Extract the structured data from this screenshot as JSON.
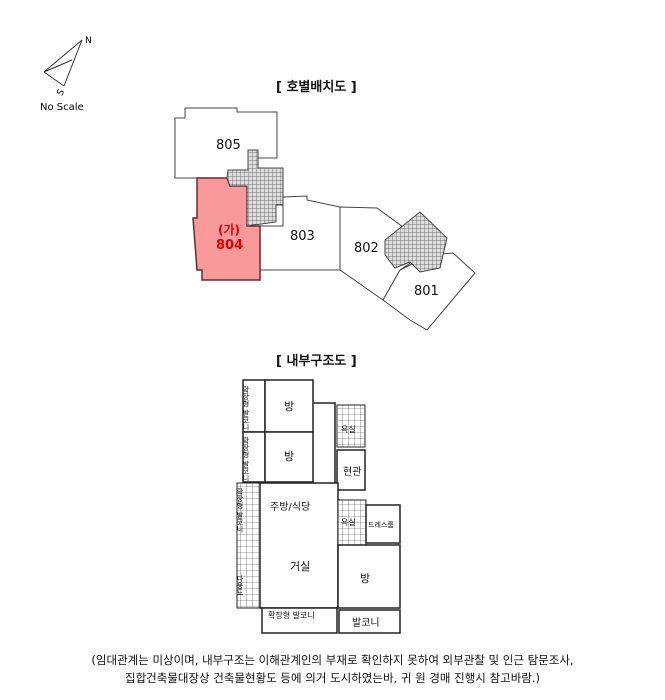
{
  "compass": {
    "north": "N",
    "south": "S",
    "scale_note": "No Scale"
  },
  "site_plan": {
    "title": "[ 호별배치도 ]",
    "highlight_color": "#f99a9a",
    "highlight_text_color": "#e00000",
    "units": [
      {
        "id": "805",
        "label": "805"
      },
      {
        "id": "804",
        "label": "804",
        "tag": "(가)",
        "highlighted": true
      },
      {
        "id": "803",
        "label": "803"
      },
      {
        "id": "802",
        "label": "802"
      },
      {
        "id": "801",
        "label": "801"
      }
    ]
  },
  "floor_plan": {
    "title": "[ 내부구조도 ]",
    "rooms": {
      "room1": "방",
      "room2": "방",
      "room3": "방",
      "balcony_ext1": "확장형 발코니",
      "balcony_ext2": "확장형 발코니",
      "balcony_ext3": "확장형 발코니",
      "bath1": "욕실",
      "entrance": "현관",
      "kitchen": "주방/식당",
      "bath2": "욕실",
      "dressroom": "드레스룸",
      "living": "거실",
      "balcony_ext_bottom": "확장형 발코니",
      "balcony": "발코니",
      "utility": "다용도"
    }
  },
  "footnote": {
    "line1": "(임대관계는 미상이며,  내부구조는 이해관계인의 부재로 확인하지 못하여 외부관찰 및 인근 탐문조사,",
    "line2": "집합건축물대장상 건축물현황도 등에 의거 도시하였는바, 귀 원 경매 진행시 참고바람.)"
  }
}
